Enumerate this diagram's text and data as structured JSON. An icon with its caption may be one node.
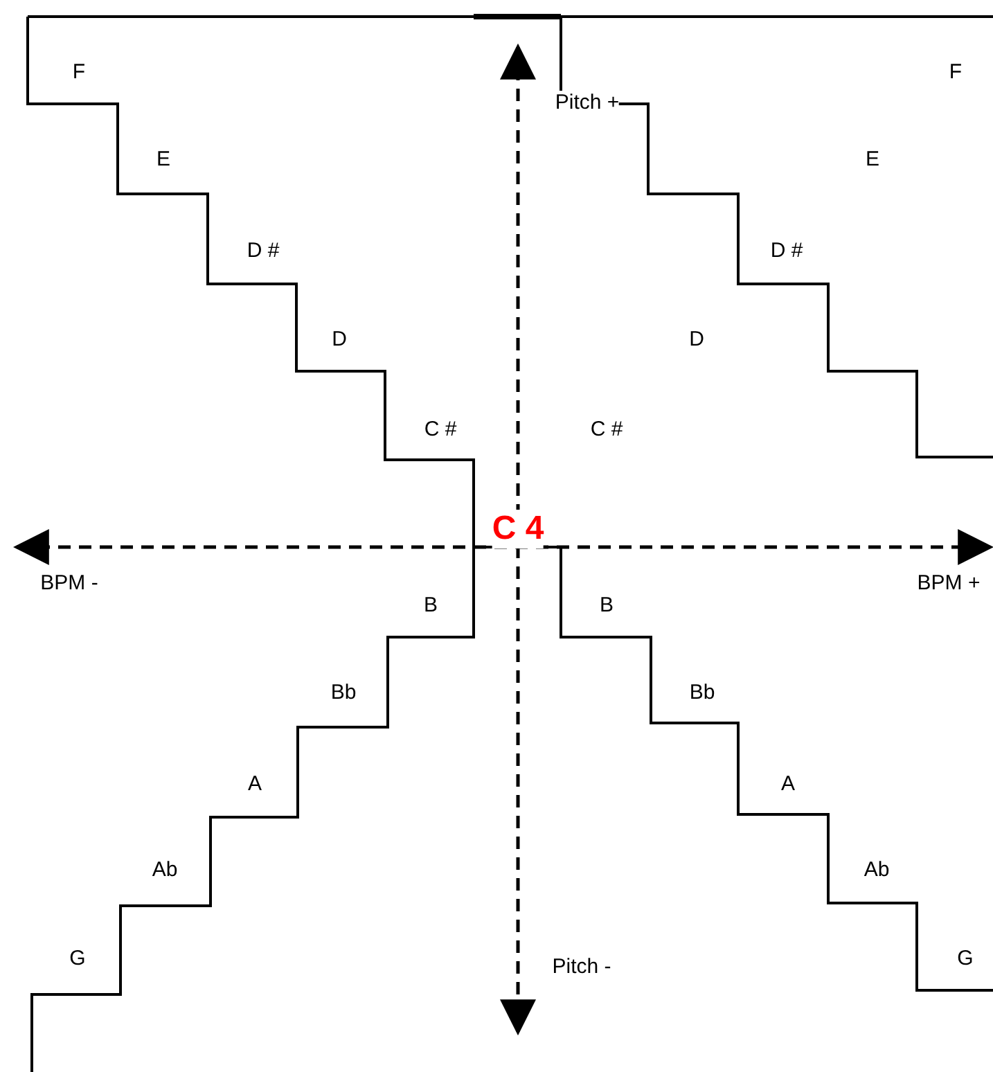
{
  "diagram": {
    "labels": [
      "F",
      "F",
      "Pitch +",
      "E",
      "E",
      "D #",
      "D #",
      "D",
      "D",
      "C #",
      "C #",
      "C 4",
      "BPM -",
      "BPM +",
      "B",
      "B",
      "Bb",
      "Bb",
      "A",
      "A",
      "Ab",
      "Ab",
      "G",
      "Pitch -",
      "G"
    ]
  }
}
